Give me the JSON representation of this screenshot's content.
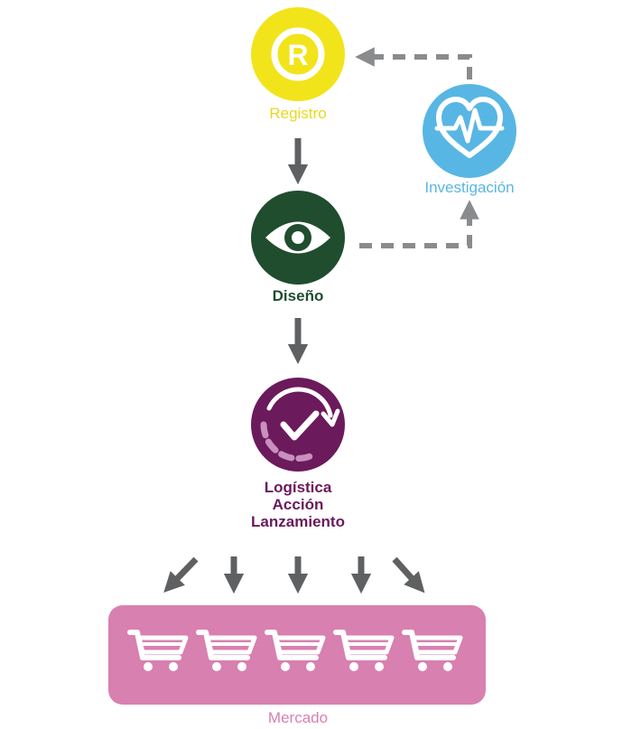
{
  "nodes": {
    "registro": {
      "label": "Registro",
      "icon": "registered-trademark-icon",
      "color": "#f2e41b"
    },
    "investigacion": {
      "label": "Investigación",
      "icon": "heart-pulse-icon",
      "color": "#58b6e4"
    },
    "diseno": {
      "label": "Diseño",
      "icon": "eye-icon",
      "color": "#1f4d2e"
    },
    "logistica": {
      "lines": [
        "Logística",
        "Acción",
        "Lanzamiento"
      ],
      "icon": "clock-checkmark-icon",
      "color": "#6b1a5c"
    },
    "mercado": {
      "label": "Mercado",
      "icon": "shopping-cart-icon",
      "color": "#d880b0",
      "cart_count": 5
    }
  },
  "colors": {
    "arrow": "#5f6062",
    "dashed": "#8a8b8d"
  }
}
